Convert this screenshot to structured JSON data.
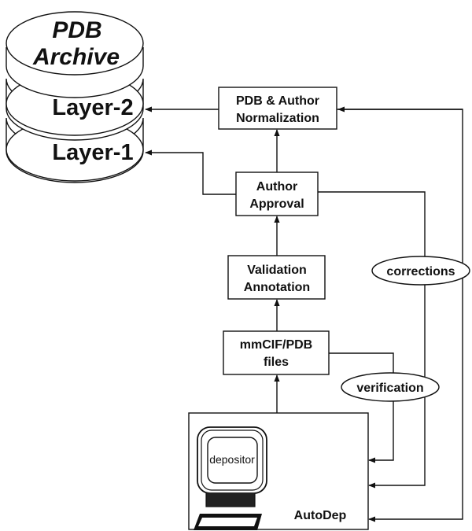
{
  "archive": {
    "title_line1": "PDB",
    "title_line2": "Archive",
    "layer2": "Layer-2",
    "layer1": "Layer-1"
  },
  "boxes": {
    "normalization": [
      "PDB & Author",
      "Normalization"
    ],
    "approval": [
      "Author",
      "Approval"
    ],
    "validation": [
      "Validation",
      "Annotation"
    ],
    "files": [
      "mmCIF/PDB",
      "files"
    ]
  },
  "labels": {
    "corrections": "corrections",
    "verification": "verification",
    "autodep": "AutoDep",
    "depositor": "depositor"
  },
  "colors": {
    "line": "#111111",
    "background": "#ffffff"
  }
}
